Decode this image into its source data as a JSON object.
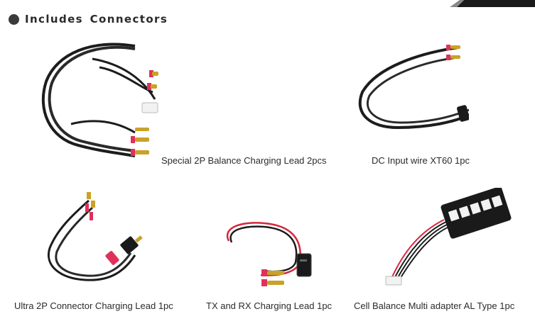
{
  "section": {
    "title": "Includes Connectors",
    "bullet_color": "#3a3a3a"
  },
  "products": [
    {
      "name": "Special 2P Balance Charging Lead 2pcs",
      "icon": "balance-charging-lead-image"
    },
    {
      "name": "DC Input wire XT60 1pc",
      "icon": "xt60-input-wire-image"
    },
    {
      "name": "Ultra 2P Connector Charging Lead 1pc",
      "icon": "ultra-2p-charging-lead-image"
    },
    {
      "name": "TX and RX Charging Lead 1pc",
      "icon": "tx-rx-charging-lead-image"
    },
    {
      "name": "Cell Balance Multi adapter AL Type 1pc",
      "icon": "cell-balance-adapter-image"
    }
  ],
  "colors": {
    "cable": "#1c1c1c",
    "red_wire": "#d7263d",
    "gold": "#c9a227",
    "sleeve": "#e0315a",
    "plug": "#f2f2f2"
  }
}
